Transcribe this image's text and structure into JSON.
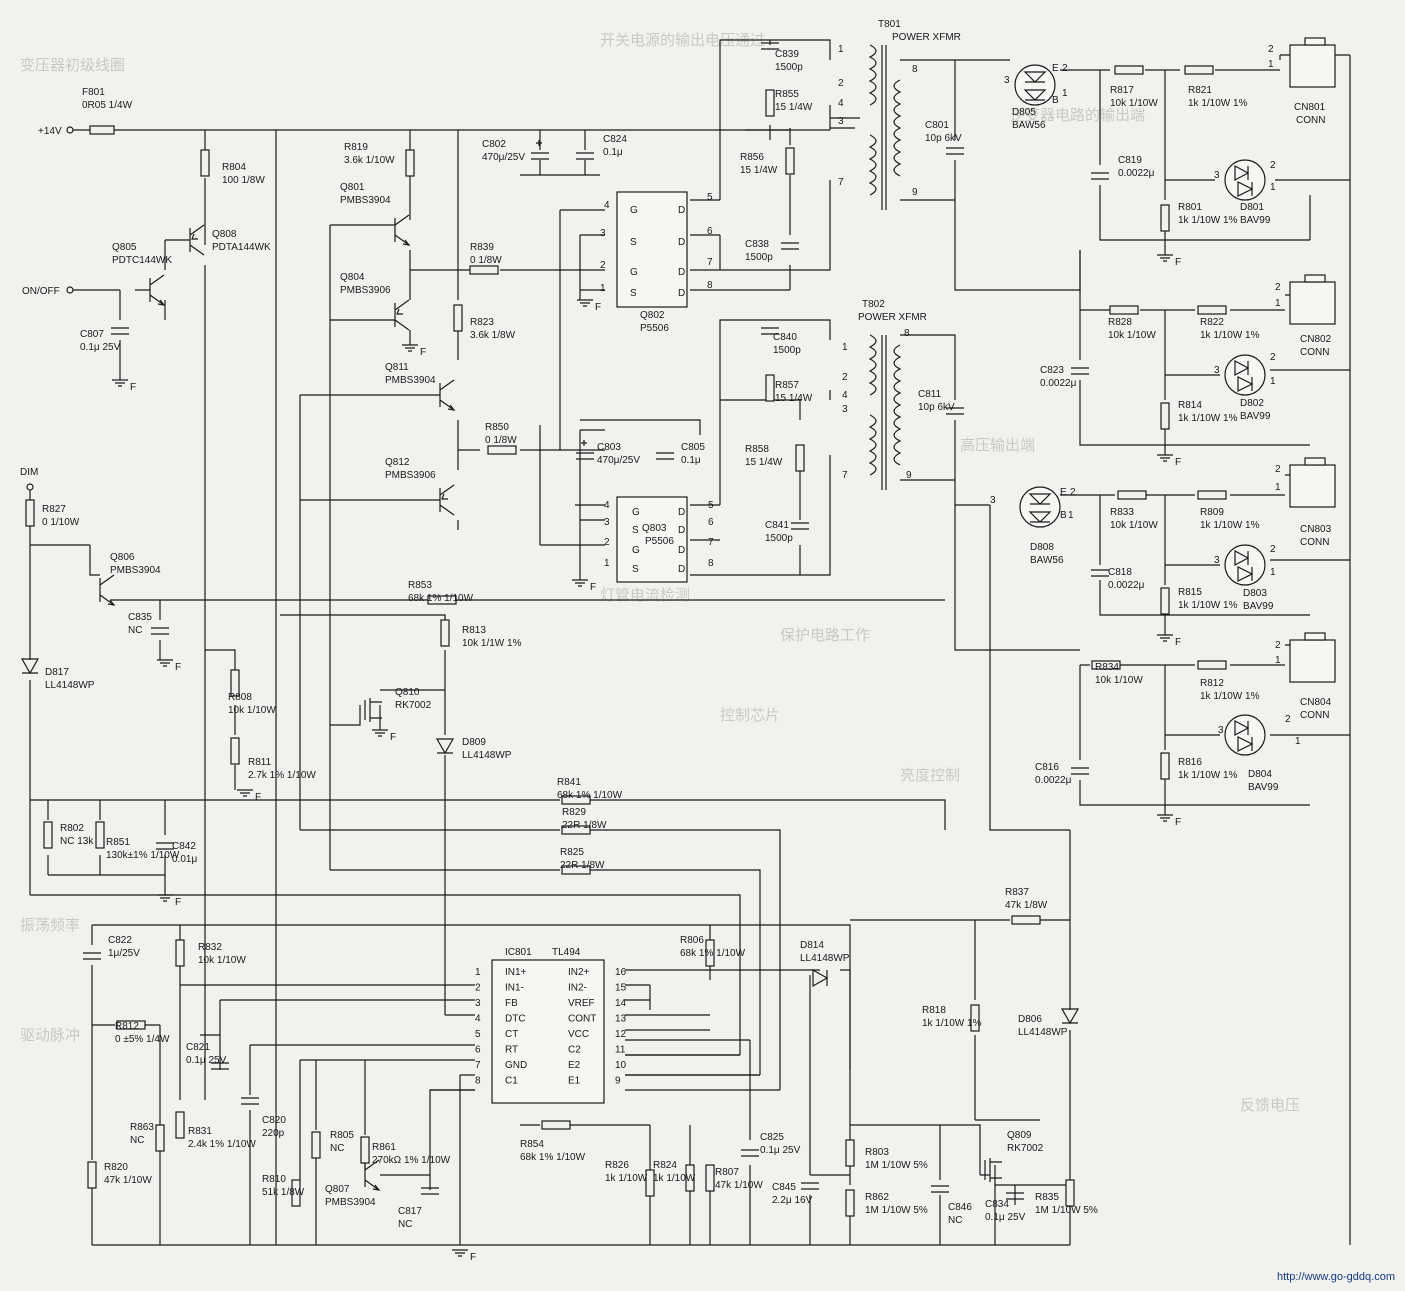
{
  "nets": {
    "p14v": "+14V",
    "on_off": "ON/OFF",
    "dim": "DIM"
  },
  "fuse": {
    "ref": "F801",
    "value": "0R05 1/4W"
  },
  "transformers": [
    {
      "ref": "T801",
      "type": "POWER XFMR",
      "pins": [
        "1",
        "2",
        "4",
        "3",
        "7",
        "8",
        "9"
      ]
    },
    {
      "ref": "T802",
      "type": "POWER XFMR",
      "pins": [
        "1",
        "2",
        "4",
        "3",
        "7",
        "8",
        "9"
      ]
    }
  ],
  "resistors": [
    {
      "ref": "R804",
      "value": "100 1/8W"
    },
    {
      "ref": "R819",
      "value": "3.6k 1/10W"
    },
    {
      "ref": "R839",
      "value": "0 1/8W"
    },
    {
      "ref": "R823",
      "value": "3.6k 1/8W"
    },
    {
      "ref": "R850",
      "value": "0 1/8W"
    },
    {
      "ref": "R855",
      "value": "15 1/4W"
    },
    {
      "ref": "R856",
      "value": "15 1/4W"
    },
    {
      "ref": "R857",
      "value": "15 1/4W"
    },
    {
      "ref": "R858",
      "value": "15 1/4W"
    },
    {
      "ref": "R817",
      "value": "10k 1/10W"
    },
    {
      "ref": "R821",
      "value": "1k 1/10W 1%"
    },
    {
      "ref": "R801",
      "value": "1k 1/10W 1%"
    },
    {
      "ref": "R828",
      "value": "10k 1/10W"
    },
    {
      "ref": "R822",
      "value": "1k 1/10W 1%"
    },
    {
      "ref": "R814",
      "value": "1k 1/10W 1%"
    },
    {
      "ref": "R833",
      "value": "10k 1/10W"
    },
    {
      "ref": "R809",
      "value": "1k 1/10W 1%"
    },
    {
      "ref": "R815",
      "value": "1k 1/10W 1%"
    },
    {
      "ref": "R834",
      "value": "10k 1/10W"
    },
    {
      "ref": "R812",
      "value": "1k 1/10W 1%"
    },
    {
      "ref": "R816",
      "value": "1k 1/10W 1%"
    },
    {
      "ref": "R827",
      "value": "0 1/10W"
    },
    {
      "ref": "R853",
      "value": "68k 1% 1/10W"
    },
    {
      "ref": "R813",
      "value": "10k 1/1W 1%"
    },
    {
      "ref": "R808",
      "value": "10k 1/10W"
    },
    {
      "ref": "R811",
      "value": "2.7k 1% 1/10W"
    },
    {
      "ref": "R841",
      "value": "68k 1% 1/10W"
    },
    {
      "ref": "R829",
      "value": "22R 1/8W"
    },
    {
      "ref": "R825",
      "value": "22R 1/8W"
    },
    {
      "ref": "R802",
      "value": "NC 13k"
    },
    {
      "ref": "R851",
      "value": "130k±1% 1/10W"
    },
    {
      "ref": "R832",
      "value": "10k 1/10W"
    },
    {
      "ref": "R806",
      "value": "68k 1% 1/10W"
    },
    {
      "ref": "R837",
      "value": "47k 1/8W"
    },
    {
      "ref": "R812",
      "value": "0 ±5% 1/4W"
    },
    {
      "ref": "R818",
      "value": "1k 1/10W 1%"
    },
    {
      "ref": "R863",
      "value": "NC"
    },
    {
      "ref": "R831",
      "value": "2.4k 1% 1/10W"
    },
    {
      "ref": "R820",
      "value": "47k 1/10W"
    },
    {
      "ref": "R805",
      "value": "NC"
    },
    {
      "ref": "R861",
      "value": "270kΩ 1% 1/10W"
    },
    {
      "ref": "R810",
      "value": "51k 1/8W"
    },
    {
      "ref": "R854",
      "value": "68k 1% 1/10W"
    },
    {
      "ref": "R826",
      "value": "1k 1/10W"
    },
    {
      "ref": "R824",
      "value": "1k 1/10W"
    },
    {
      "ref": "R807",
      "value": "47k 1/10W"
    },
    {
      "ref": "R803",
      "value": "1M 1/10W 5%"
    },
    {
      "ref": "R862",
      "value": "1M 1/10W 5%"
    },
    {
      "ref": "R835",
      "value": "1M 1/10W 5%"
    }
  ],
  "capacitors": [
    {
      "ref": "C807",
      "value": "0.1μ 25V"
    },
    {
      "ref": "C802",
      "value": "470μ/25V"
    },
    {
      "ref": "C824",
      "value": "0.1μ"
    },
    {
      "ref": "C839",
      "value": "1500p"
    },
    {
      "ref": "C838",
      "value": "1500p"
    },
    {
      "ref": "C840",
      "value": "1500p"
    },
    {
      "ref": "C841",
      "value": "1500p"
    },
    {
      "ref": "C803",
      "value": "470μ/25V"
    },
    {
      "ref": "C805",
      "value": "0.1μ"
    },
    {
      "ref": "C801",
      "value": "10p 6kV"
    },
    {
      "ref": "C811",
      "value": "10p 6kV"
    },
    {
      "ref": "C819",
      "value": "0.0022μ"
    },
    {
      "ref": "C823",
      "value": "0.0022μ"
    },
    {
      "ref": "C818",
      "value": "0.0022μ"
    },
    {
      "ref": "C816",
      "value": "0.0022μ"
    },
    {
      "ref": "C835",
      "value": "NC"
    },
    {
      "ref": "C842",
      "value": "0.01μ"
    },
    {
      "ref": "C822",
      "value": "1μ/25V"
    },
    {
      "ref": "C821",
      "value": "0.1μ 25V"
    },
    {
      "ref": "C820",
      "value": "220p"
    },
    {
      "ref": "C817",
      "value": "NC"
    },
    {
      "ref": "C825",
      "value": "0.1μ 25V"
    },
    {
      "ref": "C845",
      "value": "2.2μ 16V"
    },
    {
      "ref": "C846",
      "value": "NC"
    },
    {
      "ref": "C834",
      "value": "0.1μ 25V"
    }
  ],
  "transistors": [
    {
      "ref": "Q808",
      "value": "PDTA144WK"
    },
    {
      "ref": "Q805",
      "value": "PDTC144WK"
    },
    {
      "ref": "Q801",
      "value": "PMBS3904"
    },
    {
      "ref": "Q804",
      "value": "PMBS3906"
    },
    {
      "ref": "Q811",
      "value": "PMBS3904"
    },
    {
      "ref": "Q812",
      "value": "PMBS3906"
    },
    {
      "ref": "Q806",
      "value": "PMBS3904"
    },
    {
      "ref": "Q810",
      "value": "RK7002"
    },
    {
      "ref": "Q807",
      "value": "PMBS3904"
    },
    {
      "ref": "Q809",
      "value": "RK7002"
    }
  ],
  "mosfet_arrays": [
    {
      "ref": "Q802",
      "value": "P5506",
      "left": [
        [
          "4",
          "G"
        ],
        [
          "3",
          "S"
        ],
        [
          "2",
          "G"
        ],
        [
          "1",
          "S"
        ]
      ],
      "right": [
        [
          "5",
          "D"
        ],
        [
          "6",
          "D"
        ],
        [
          "7",
          "D"
        ],
        [
          "8",
          "D"
        ]
      ]
    },
    {
      "ref": "Q803",
      "value": "P5506",
      "left": [
        [
          "4",
          "G"
        ],
        [
          "3",
          "S"
        ],
        [
          "2",
          "G"
        ],
        [
          "1",
          "S"
        ]
      ],
      "right": [
        [
          "5",
          "D"
        ],
        [
          "6",
          "D"
        ],
        [
          "7",
          "D"
        ],
        [
          "8",
          "D"
        ]
      ]
    }
  ],
  "diodes": [
    {
      "ref": "D805",
      "value": "BAW56"
    },
    {
      "ref": "D808",
      "value": "BAW56"
    },
    {
      "ref": "D801",
      "value": "BAV99"
    },
    {
      "ref": "D802",
      "value": "BAV99"
    },
    {
      "ref": "D803",
      "value": "BAV99"
    },
    {
      "ref": "D804",
      "value": "BAV99"
    },
    {
      "ref": "D817",
      "value": "LL4148WP"
    },
    {
      "ref": "D809",
      "value": "LL4148WP"
    },
    {
      "ref": "D814",
      "value": "LL4148WP"
    },
    {
      "ref": "D806",
      "value": "LL4148WP"
    }
  ],
  "connectors": [
    {
      "ref": "CN801",
      "value": "CONN"
    },
    {
      "ref": "CN802",
      "value": "CONN"
    },
    {
      "ref": "CN803",
      "value": "CONN"
    },
    {
      "ref": "CN804",
      "value": "CONN"
    }
  ],
  "ic": {
    "ref": "IC801",
    "part": "TL494",
    "left_pins": [
      {
        "num": "1",
        "name": "IN1+"
      },
      {
        "num": "2",
        "name": "IN1-"
      },
      {
        "num": "3",
        "name": "FB"
      },
      {
        "num": "4",
        "name": "DTC"
      },
      {
        "num": "5",
        "name": "CT"
      },
      {
        "num": "6",
        "name": "RT"
      },
      {
        "num": "7",
        "name": "GND"
      },
      {
        "num": "8",
        "name": "C1"
      }
    ],
    "right_pins": [
      {
        "num": "16",
        "name": "IN2+"
      },
      {
        "num": "15",
        "name": "IN2-"
      },
      {
        "num": "14",
        "name": "VREF"
      },
      {
        "num": "13",
        "name": "CONT"
      },
      {
        "num": "12",
        "name": "VCC"
      },
      {
        "num": "11",
        "name": "C2"
      },
      {
        "num": "10",
        "name": "E2"
      },
      {
        "num": "9",
        "name": "E1"
      }
    ]
  },
  "ground_label": "F",
  "diode_pins": {
    "e": "E",
    "b": "B",
    "one": "1",
    "two": "2",
    "three": "3"
  },
  "watermark": "http://www.go-gddq.com",
  "background_text": [
    "开关电源的输出电压通过",
    "逆变器电路的输出端",
    "变压器初级线圈",
    "高压输出端",
    "灯管电流检测",
    "保护电路工作",
    "控制芯片",
    "振荡频率",
    "驱动脉冲",
    "亮度控制",
    "反馈电压"
  ]
}
